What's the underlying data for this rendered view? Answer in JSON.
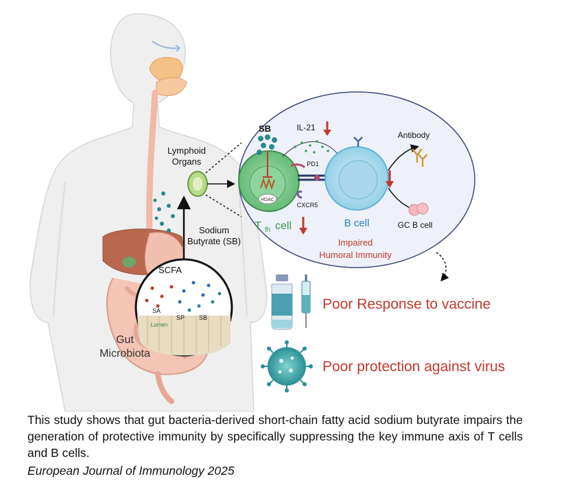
{
  "labels": {
    "lymphoid_organs_line1": "Lymphoid",
    "lymphoid_organs_line2": "Organs",
    "sodium_line1": "Sodium",
    "sodium_line2": "Butyrate (SB)",
    "sb": "SB",
    "il21": "IL-21",
    "pd1": "PD1",
    "hdac": "HDAC",
    "cxcr5": "CXCR5",
    "tfh_T": "T",
    "tfh_sub": "fh",
    "tfh_cell": "cell",
    "bcell": "B cell",
    "antibody": "Antibody",
    "gcb": "GC B cell",
    "impaired_line1": "Impaired",
    "impaired_line2": "Humoral Immunity",
    "scfa": "SCFA",
    "sa": "SA",
    "sp": "SP",
    "sb_lumen": "SB",
    "lumen": "Lumen",
    "gut_line1": "Gut",
    "gut_line2": "Microbiota",
    "poor_vaccine": "Poor Response to vaccine",
    "poor_virus": "Poor protection against virus"
  },
  "caption": "This study shows that gut bacteria-derived short-chain fatty acid sodium butyrate impairs the generation of protective immunity by specifically suppressing the key immune axis of T cells and B cells.",
  "citation": "European Journal of Immunology 2025",
  "colors": {
    "tfh_cell": "#6cc27f",
    "b_cell": "#a9dbee",
    "down_arrow": "#c0392b",
    "outcome_text": "#c0392b",
    "sb_dots": "#2a8a8c",
    "body_fill": "#eeeeee"
  }
}
